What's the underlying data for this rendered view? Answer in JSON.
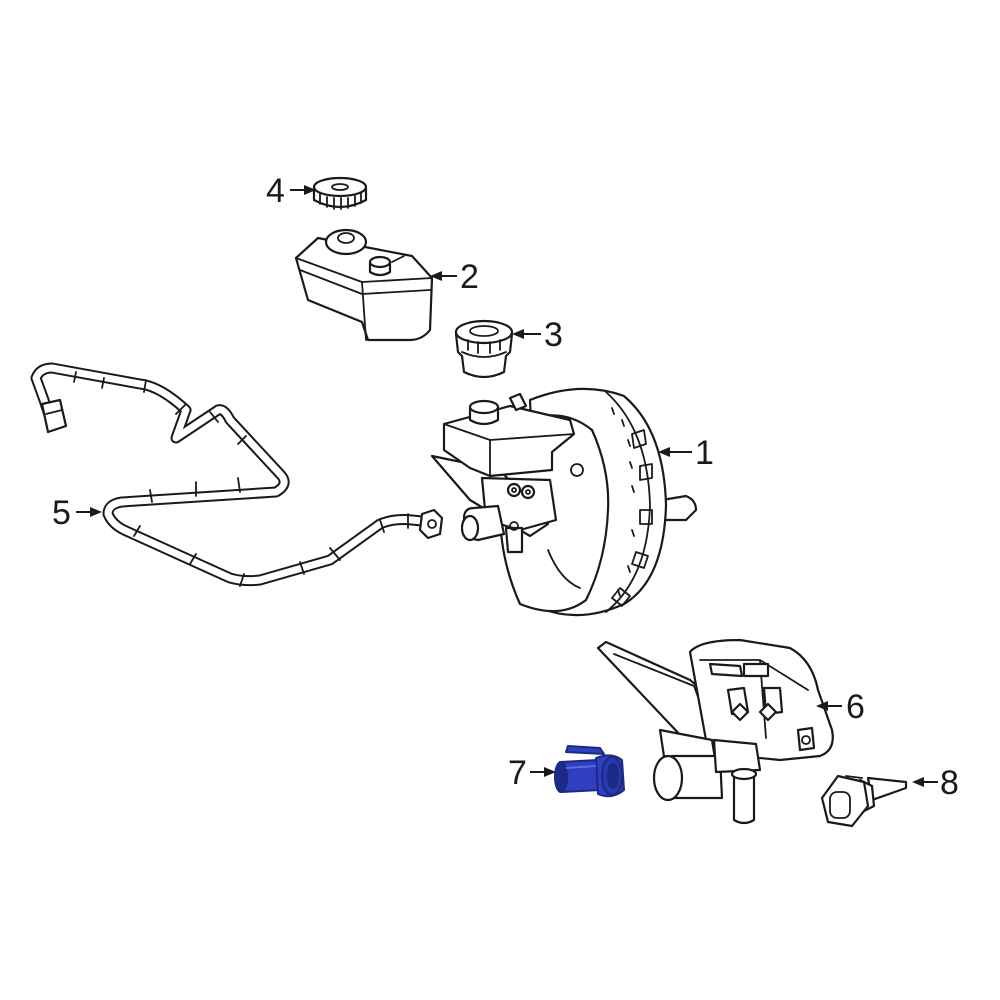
{
  "diagram": {
    "highlight_color": "#2f3fbf",
    "highlight_dark": "#1e2a8a",
    "line_color": "#1a1a1a",
    "background": "#ffffff",
    "callouts": [
      {
        "number": "1"
      },
      {
        "number": "2"
      },
      {
        "number": "3"
      },
      {
        "number": "4"
      },
      {
        "number": "5"
      },
      {
        "number": "6"
      },
      {
        "number": "7",
        "highlighted": true
      },
      {
        "number": "8"
      }
    ]
  }
}
